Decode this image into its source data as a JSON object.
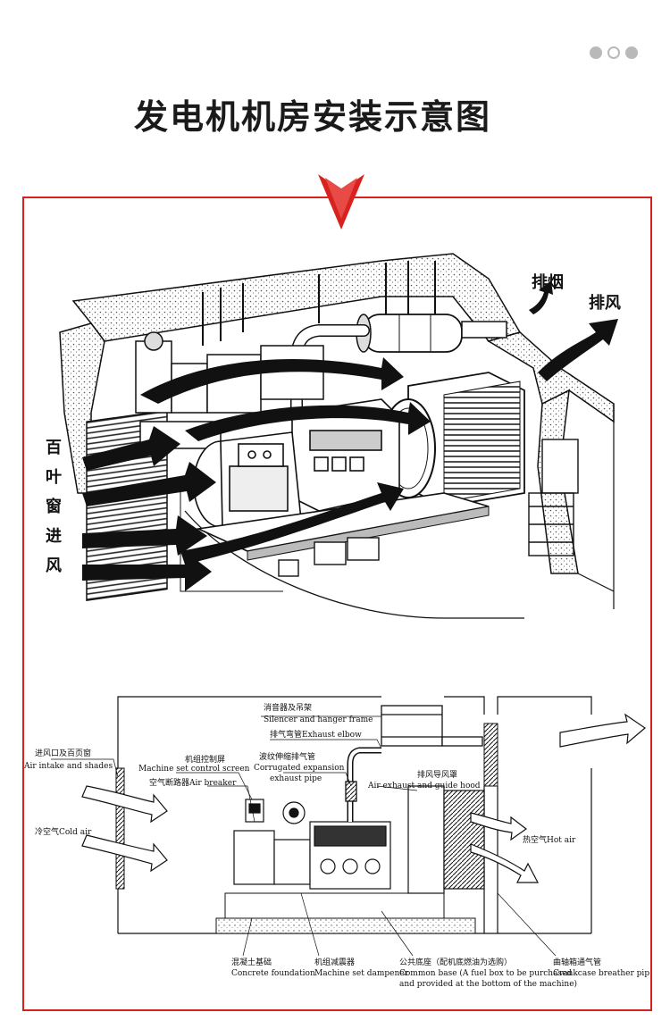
{
  "header": {
    "title": "发电机机房安装示意图"
  },
  "colors": {
    "accent": "#d8221f",
    "dots": "#b9b9b9",
    "ink": "#111111"
  },
  "top_diagram": {
    "exhaust_smoke": "排烟",
    "exhaust_air": "排风",
    "louver_intake": [
      "百",
      "叶",
      "窗",
      "进",
      "风"
    ]
  },
  "bottom_diagram": {
    "labels": {
      "air_intake_cn": "进风口及百页窗",
      "air_intake_en": "Air intake and shades",
      "cold_air": "冷空气Cold air",
      "control_screen_cn": "机组控制屏",
      "control_screen_en": "Machine set control screen",
      "air_breaker": "空气断路器Air breaker",
      "silencer_cn": "消音器及吊架",
      "silencer_en": "Silencer and hanger frame",
      "exhaust_elbow": "排气弯管Exhaust elbow",
      "corrugated_cn": "波纹伸缩排气管",
      "corrugated_en1": "Corrugated expansion",
      "corrugated_en2": "exhaust pipe",
      "guide_hood_cn": "排风导风罩",
      "guide_hood_en": "Air exhaust and guide hood",
      "hot_air": "热空气Hot air",
      "concrete_cn": "混凝土基础",
      "concrete_en": "Concrete foundation",
      "dampener_cn": "机组减震器",
      "dampener_en": "Machine set dampener",
      "base_cn": "公共底座（配机底燃油为选购）",
      "base_en1": "Common base (A fuel box to be purchased",
      "base_en2": "and provided at the bottom of the machine)",
      "crankcase_cn": "曲轴箱通气管",
      "crankcase_en": "Crankcase breather pipe"
    }
  }
}
